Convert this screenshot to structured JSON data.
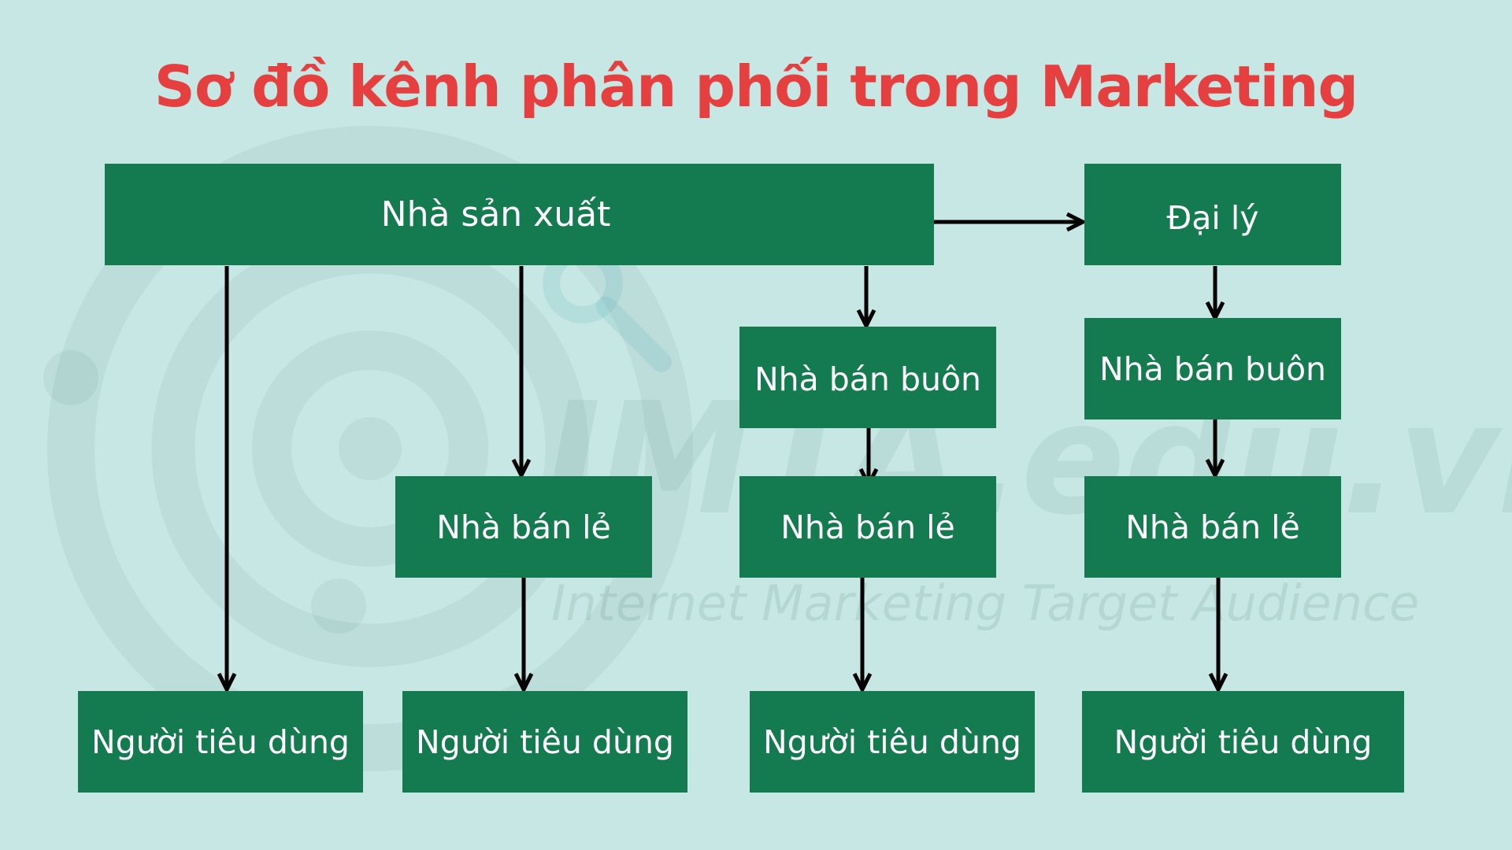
{
  "title": "Sơ đồ kênh phân phối trong Marketing",
  "watermark": {
    "brand": "IMTA.edu.vn",
    "tagline": "Internet Marketing Target Audience"
  },
  "nodes": {
    "producer": "Nhà sản xuất",
    "agent": "Đại lý",
    "wholesaler_a": "Nhà bán buôn",
    "wholesaler_b": "Nhà bán buôn",
    "retailer_a": "Nhà bán lẻ",
    "retailer_b": "Nhà bán lẻ",
    "retailer_c": "Nhà bán lẻ",
    "consumer_1": "Người tiêu dùng",
    "consumer_2": "Người tiêu dùng",
    "consumer_3": "Người tiêu dùng",
    "consumer_4": "Người tiêu dùng"
  },
  "colors": {
    "background": "#c6e7e3",
    "box": "#147a4f",
    "box_text": "#ffffff",
    "title": "#e5403f",
    "arrow": "#000000"
  }
}
